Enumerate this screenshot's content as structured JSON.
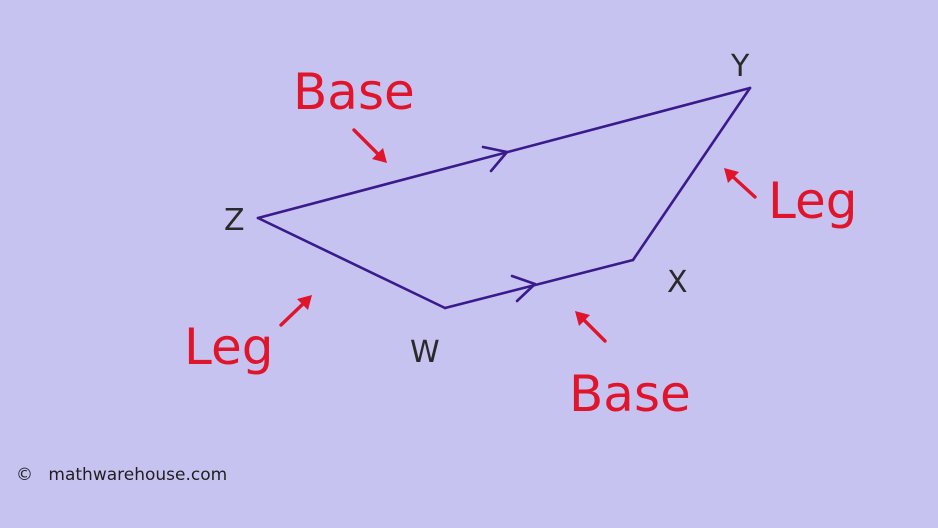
{
  "colors": {
    "background": "#c7c3f1",
    "edge": "#3a1a8c",
    "annotation": "#e0142a",
    "vertex_text": "#2a2a2a"
  },
  "vertices": {
    "z": "Z",
    "y": "Y",
    "x": "X",
    "w": "W"
  },
  "labels": {
    "top_base": "Base",
    "bottom_base": "Base",
    "right_leg": "Leg",
    "left_leg": "Leg"
  },
  "credit": {
    "symbol": "©",
    "site": "mathwarehouse.com"
  }
}
